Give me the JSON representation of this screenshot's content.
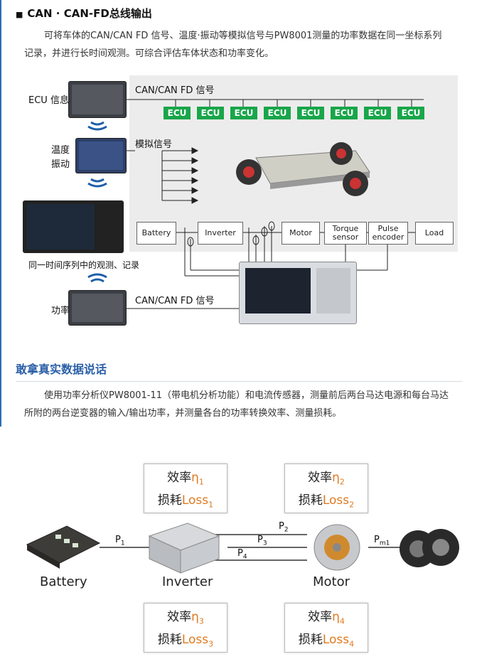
{
  "section1": {
    "title": "CAN · CAN-FD总线输出",
    "paragraph": "可将车体的CAN/CAN FD 信号、温度·振动等模拟信号与PW8001测量的功率数据在同一坐标系列记录，并进行长时间观测。可综合评估车体状态和功率变化。"
  },
  "diagram1": {
    "ecu_info_label": "ECU 信息",
    "temp_label": "温度",
    "vib_label": "振动",
    "logger_caption": "同一时间序列中的观测、记录",
    "power_label": "功率",
    "can_signal_top": "CAN/CAN FD 信号",
    "analog_signal": "模拟信号",
    "can_signal_bottom": "CAN/CAN FD 信号",
    "ecu_chips": [
      "ECU",
      "ECU",
      "ECU",
      "ECU",
      "ECU",
      "ECU",
      "ECU",
      "ECU"
    ],
    "chain": {
      "battery": "Battery",
      "inverter": "Inverter",
      "motor": "Motor",
      "torque": "Torque sensor",
      "pulse": "Pulse encoder",
      "load": "Load"
    }
  },
  "section2": {
    "title": "敢拿真实数据说话",
    "paragraph": "使用功率分析仪PW8001-11（带电机分析功能）和电流传感器，测量前后两台马达电源和每台马达所附的两台逆变器的输入/输出功率，并测量各台的功率转换效率、测量损耗。"
  },
  "diagram2": {
    "battery": "Battery",
    "inverter": "Inverter",
    "motor": "Motor",
    "callouts": [
      {
        "eff": "效率",
        "eta": "η",
        "eta_sub": "1",
        "loss": "损耗",
        "loss_word": "Loss",
        "loss_sub": "1"
      },
      {
        "eff": "效率",
        "eta": "η",
        "eta_sub": "2",
        "loss": "损耗",
        "loss_word": "Loss",
        "loss_sub": "2"
      },
      {
        "eff": "效率",
        "eta": "η",
        "eta_sub": "3",
        "loss": "损耗",
        "loss_word": "Loss",
        "loss_sub": "3"
      },
      {
        "eff": "效率",
        "eta": "η",
        "eta_sub": "4",
        "loss": "损耗",
        "loss_word": "Loss",
        "loss_sub": "4"
      }
    ],
    "p1": "P",
    "p1_sub": "1",
    "p2": "P",
    "p2_sub": "2",
    "p3": "P",
    "p3_sub": "3",
    "p4": "P",
    "p4_sub": "4",
    "pm1": "P",
    "pm1_sub": "m1"
  },
  "colors": {
    "accent_blue": "#2a5fa8",
    "ecu_green": "#19a64a",
    "orange": "#e07a20"
  }
}
